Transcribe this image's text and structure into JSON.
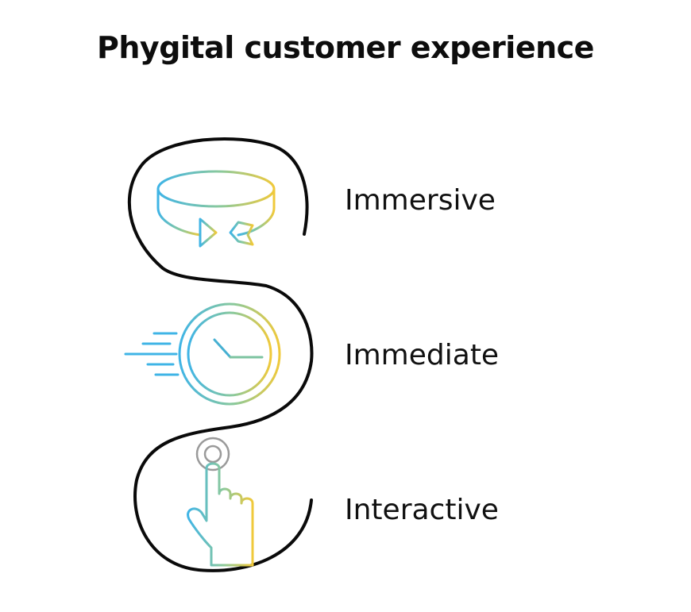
{
  "title": "Phygital customer experience",
  "colors": {
    "gradient_start": "#3fb4e6",
    "gradient_mid": "#7ec9a4",
    "gradient_end": "#f0c93a",
    "path_stroke": "#0a0a0a",
    "text": "#111111"
  },
  "steps": [
    {
      "label": "Immersive",
      "icon": "rotate-360-icon"
    },
    {
      "label": "Immediate",
      "icon": "fast-clock-icon"
    },
    {
      "label": "Interactive",
      "icon": "touch-hand-icon"
    }
  ]
}
